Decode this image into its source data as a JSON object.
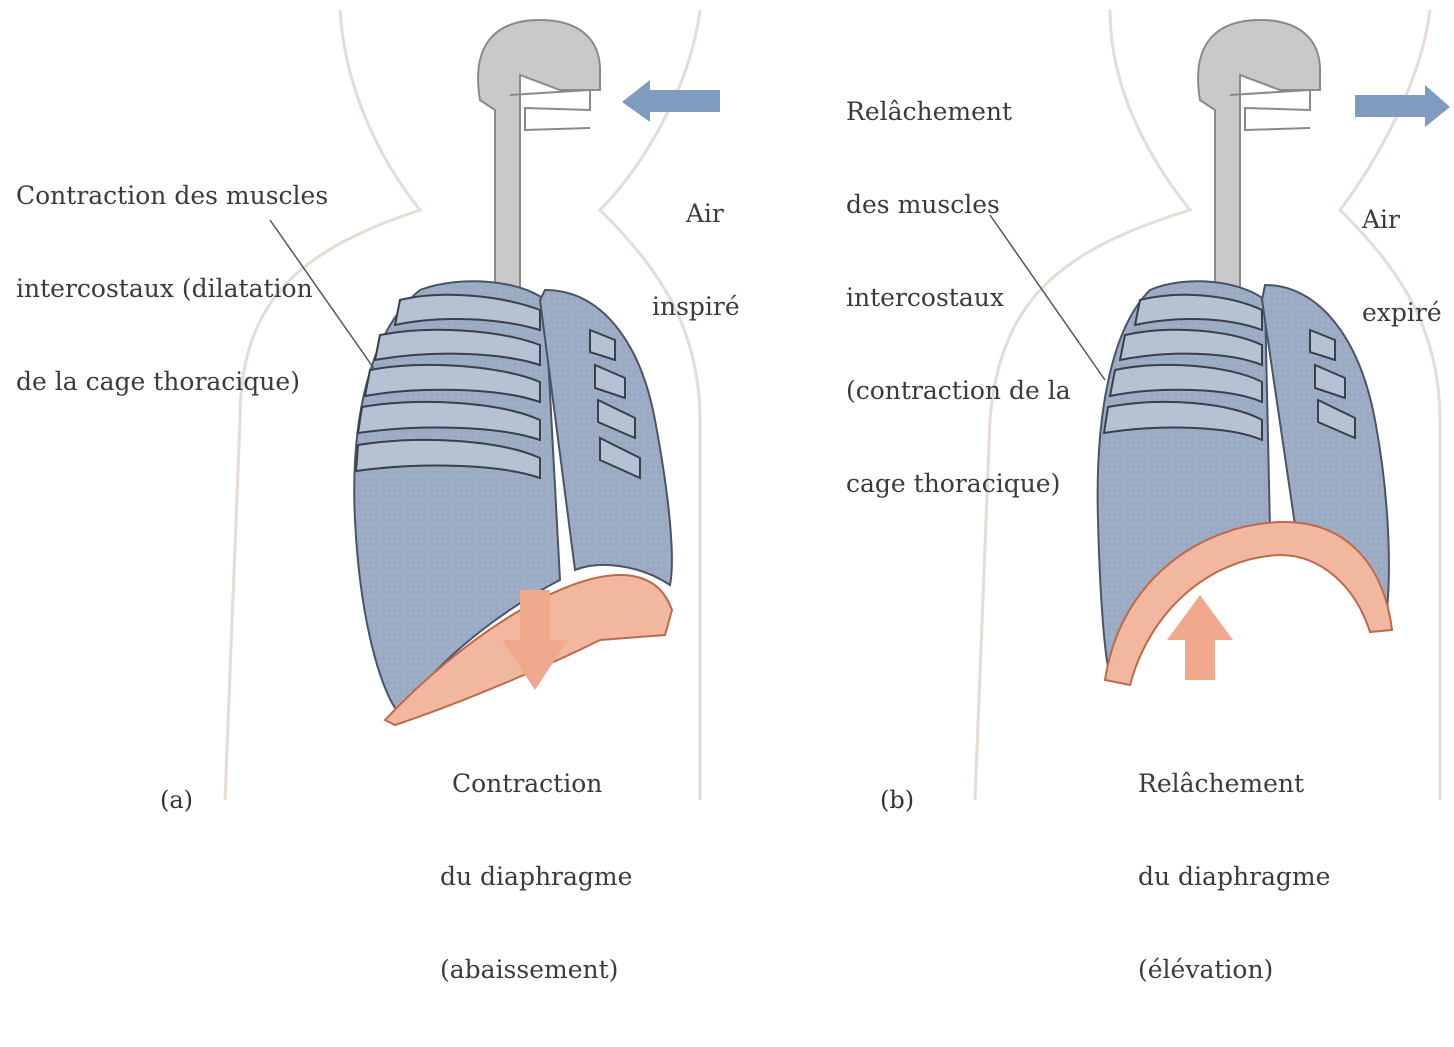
{
  "panels": [
    {
      "letter": "(a)",
      "intercostal_label": [
        "Contraction des muscles",
        "intercostaux (dilatation",
        "de la cage thoracique)"
      ],
      "air_label": [
        "Air",
        "inspiré"
      ],
      "diaphragm_label": [
        "Contraction",
        "du diaphragme",
        "(abaissement)"
      ],
      "colors": {
        "lung": "#9aabc3",
        "diaphragm": "#f2b79f",
        "arrow_air": "#7f9bbf",
        "arrow_diaphragm": "#f0a98c"
      }
    },
    {
      "letter": "(b)",
      "intercostal_label": [
        "Relâchement",
        "des muscles",
        "intercostaux",
        "(contraction de la",
        "cage thoracique)"
      ],
      "air_label": [
        "Air",
        "expiré"
      ],
      "diaphragm_label": [
        "Relâchement",
        "du diaphragme",
        "(élévation)"
      ],
      "colors": {
        "lung": "#9aabc3",
        "diaphragm": "#f2b79f",
        "arrow_air": "#7f9bbf",
        "arrow_diaphragm": "#f0a98c"
      }
    }
  ]
}
